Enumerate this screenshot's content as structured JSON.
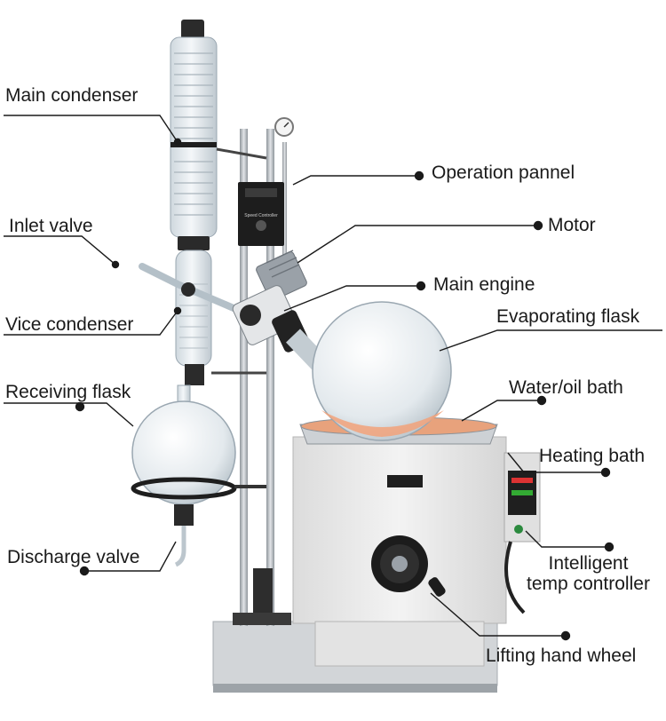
{
  "labels": {
    "main_condenser": "Main condenser",
    "inlet_valve": "Inlet valve",
    "vice_condenser": "Vice condenser",
    "receiving_flask": "Receiving flask",
    "discharge_valve": "Discharge valve",
    "operation_pannel": "Operation pannel",
    "motor": "Motor",
    "main_engine": "Main engine",
    "evaporating_flask": "Evaporating flask",
    "water_oil_bath": "Water/oil bath",
    "heating_bath": "Heating bath",
    "intelligent_temp_controller_line1": "Intelligent",
    "intelligent_temp_controller_line2": "temp controller",
    "lifting_hand_wheel": "Lifting hand wheel"
  },
  "panel_text": "Speed Controller",
  "colors": {
    "leader_line": "#1a1a1a",
    "glass": "#dfe6ec",
    "glass_edge": "#9aa7b1",
    "bath_body": "#ececec",
    "bath_edge": "#b5b5b5",
    "liquid": "#f2a27a",
    "dark_part": "#2a2a2a",
    "steel": "#c8cbcf"
  }
}
